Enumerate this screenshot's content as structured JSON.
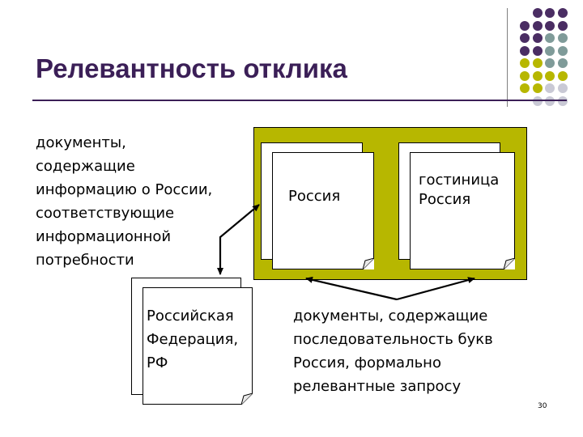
{
  "slide": {
    "title": "Релевантность отклика",
    "page_number": "30"
  },
  "left_text": [
    "документы,",
    "содержащие",
    "информацию о России,",
    "соответствующие",
    "информационной",
    "потребности"
  ],
  "documents": {
    "doc_russia": "Россия",
    "doc_hotel": [
      "гостиница",
      "Россия"
    ],
    "doc_federation": [
      "Российская",
      "Федерация,",
      "РФ"
    ]
  },
  "bottom_text": [
    "документы, содержащие",
    "последовательность букв",
    "Россия, формально",
    "релевантные запросу"
  ],
  "colors": {
    "title": "#3b1f57",
    "olive_box": "#b7b700",
    "dot_purple": "#4a2d63",
    "dot_teal": "#7f9b99",
    "dot_olive": "#b7b700",
    "dot_grey": "#c9c9d5"
  }
}
